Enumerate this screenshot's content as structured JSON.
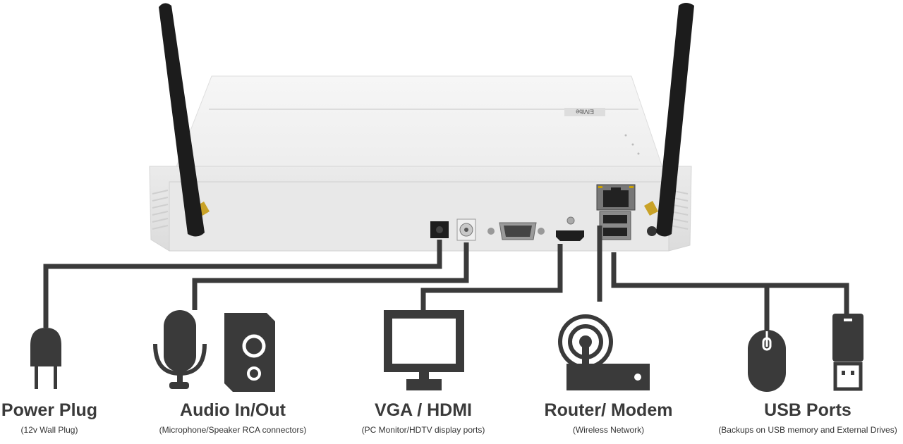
{
  "nvr": {
    "brand_label": "ElVibe"
  },
  "connections": [
    {
      "id": "power",
      "title": "Power Plug",
      "subtitle": "(12v Wall Plug)"
    },
    {
      "id": "audio",
      "title": "Audio In/Out",
      "subtitle": "(Microphone/Speaker RCA connectors)"
    },
    {
      "id": "video",
      "title": "VGA / HDMI",
      "subtitle": "(PC Monitor/HDTV display ports)"
    },
    {
      "id": "router",
      "title": "Router/ Modem",
      "subtitle": "(Wireless Network)"
    },
    {
      "id": "usb",
      "title": "USB Ports",
      "subtitle": "(Backups on USB memory and External Drives)"
    }
  ],
  "colors": {
    "line": "#3a3a3a",
    "icon": "#3a3a3a",
    "device_body": "#f1f1f1",
    "device_shadow": "#d6d6d6",
    "antenna": "#1a1a1a"
  },
  "icons": [
    "plug-icon",
    "microphone-icon",
    "speaker-icon",
    "monitor-icon",
    "router-icon",
    "mouse-icon",
    "usb-drive-icon"
  ]
}
